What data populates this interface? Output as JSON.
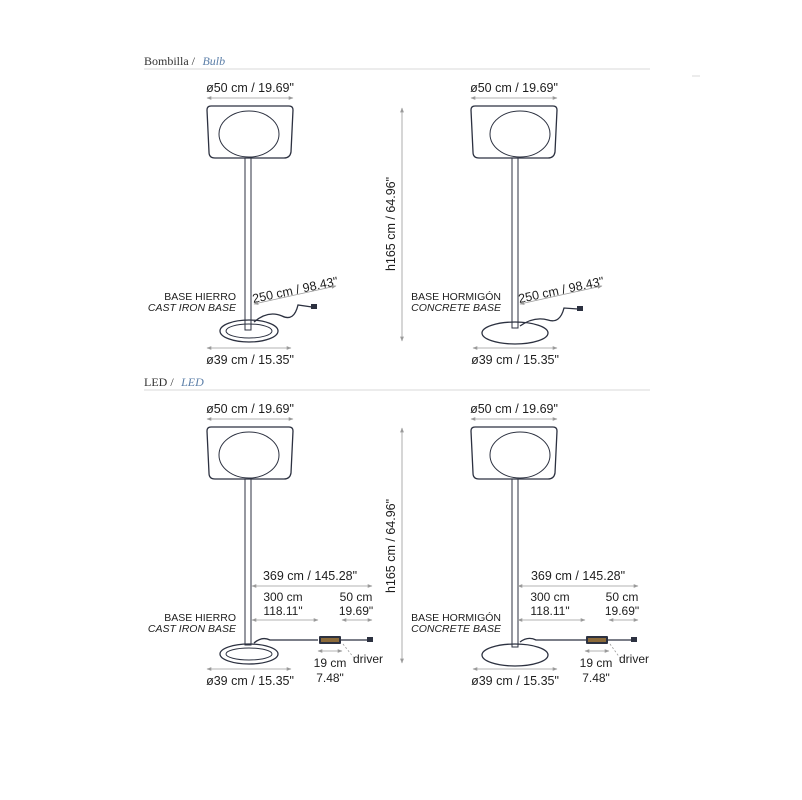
{
  "sections": {
    "bulb": {
      "title": "Bombilla /",
      "title_en": "Bulb"
    },
    "led": {
      "title": "LED /",
      "title_en": "LED"
    }
  },
  "dimensions": {
    "shade_diameter": "ø50 cm / 19.69\"",
    "height": "h165 cm / 64.96\"",
    "base_diameter": "ø39 cm / 15.35\"",
    "cable_bulb": "250 cm / 98.43\"",
    "cable_led_total": "369 cm / 145.28\"",
    "cable_led_seg1_cm": "300 cm",
    "cable_led_seg1_in": "118.11\"",
    "cable_led_seg2_cm": "50 cm",
    "cable_led_seg2_in": "19.69\"",
    "driver_cm": "19 cm",
    "driver_in": "7.48\"",
    "driver_label": "driver"
  },
  "bases": {
    "iron": {
      "es": "BASE HIERRO",
      "en": "CAST IRON BASE"
    },
    "concrete": {
      "es": "BASE HORMIGÓN",
      "en": "CONCRETE BASE"
    }
  },
  "colors": {
    "line": "#2c3140",
    "dimension": "#9a9a9a",
    "accent": "#5c7fa8"
  }
}
